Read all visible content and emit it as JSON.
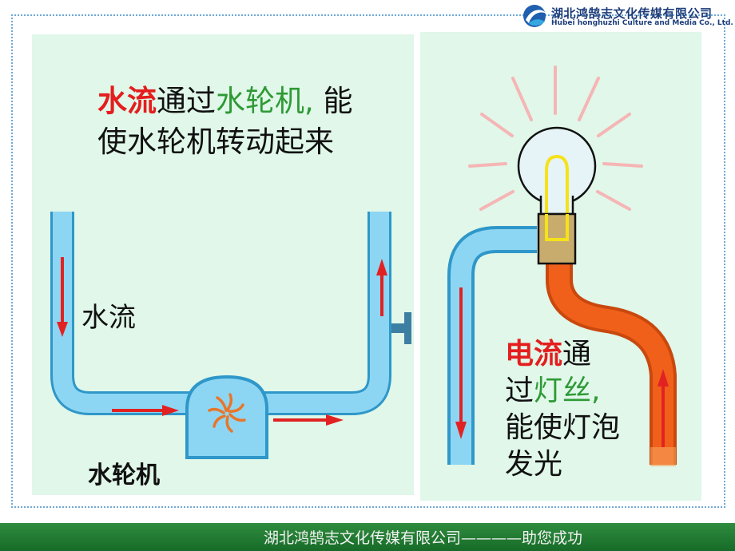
{
  "logo": {
    "name_cn": "湖北鸿鹄志文化传媒有限公司",
    "name_en": "Hubei honghuzhi Culture and Media Co., Ltd."
  },
  "left_panel": {
    "sentence_line1": [
      {
        "text": "水流",
        "color": "#e41e1e"
      },
      {
        "text": "通过",
        "color": "#111111"
      },
      {
        "text": "水轮机,",
        "color": "#2e9a35"
      },
      {
        "text": " 能",
        "color": "#111111"
      }
    ],
    "sentence_line2": "使水轮机转动起来",
    "label_water": "水流",
    "label_turbine": "水轮机"
  },
  "right_panel": {
    "line1_red": "电流",
    "line1_rest": "通",
    "line2_prefix": "过",
    "line2_green": "灯丝,",
    "line3": "能使灯泡",
    "line4": "发光"
  },
  "footer": {
    "text": "湖北鸿鹄志文化传媒有限公司————助您成功"
  },
  "colors": {
    "pipe_water": "#8dd6f3",
    "pipe_current": "#f0601a",
    "arrow": "#e22222",
    "panel_bg": "#e0f7e9",
    "footer_bg": "#2f8c3e"
  }
}
